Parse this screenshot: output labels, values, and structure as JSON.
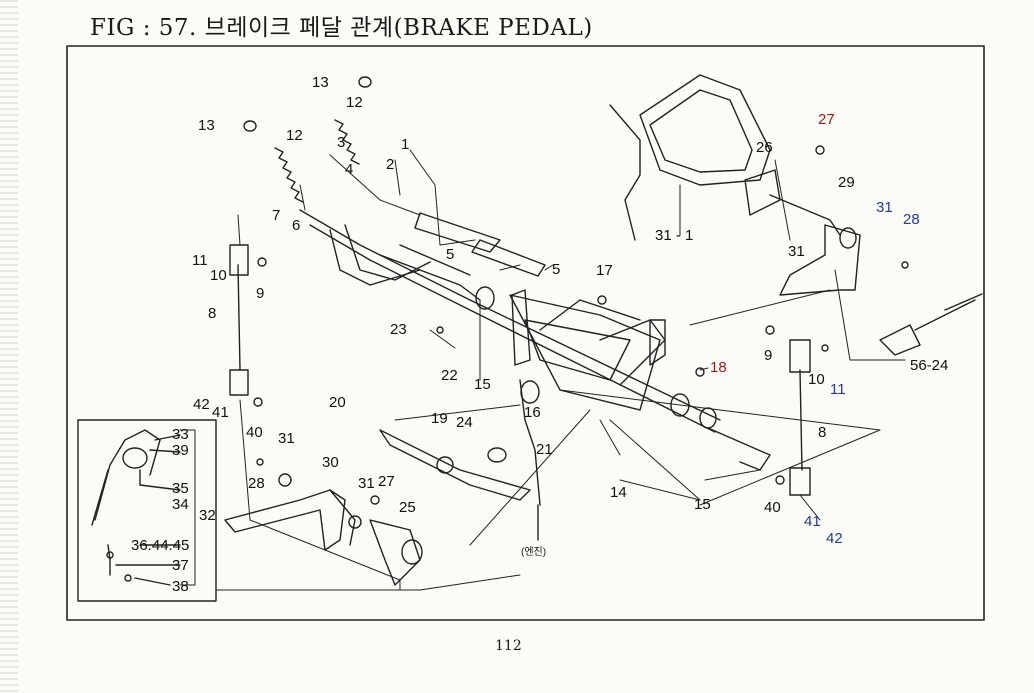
{
  "page": {
    "title": "FIG : 57. 브레이크 페달 관계(BRAKE PEDAL)",
    "page_number": "112",
    "note": "(엔진)"
  },
  "labels": [
    {
      "id": "13a",
      "text": "13"
    },
    {
      "id": "13b",
      "text": "13"
    },
    {
      "id": "12a",
      "text": "12"
    },
    {
      "id": "12b",
      "text": "12"
    },
    {
      "id": "3",
      "text": "3"
    },
    {
      "id": "1",
      "text": "1"
    },
    {
      "id": "2",
      "text": "2"
    },
    {
      "id": "4",
      "text": "4"
    },
    {
      "id": "7",
      "text": "7"
    },
    {
      "id": "6",
      "text": "6"
    },
    {
      "id": "5a",
      "text": "5"
    },
    {
      "id": "5b",
      "text": "5"
    },
    {
      "id": "11a",
      "text": "11"
    },
    {
      "id": "10a",
      "text": "10"
    },
    {
      "id": "9a",
      "text": "9"
    },
    {
      "id": "8a",
      "text": "8"
    },
    {
      "id": "17",
      "text": "17"
    },
    {
      "id": "23",
      "text": "23"
    },
    {
      "id": "22",
      "text": "22"
    },
    {
      "id": "15a",
      "text": "15"
    },
    {
      "id": "16",
      "text": "16"
    },
    {
      "id": "18",
      "text": "18"
    },
    {
      "id": "20",
      "text": "20"
    },
    {
      "id": "19",
      "text": "19"
    },
    {
      "id": "24",
      "text": "24"
    },
    {
      "id": "21",
      "text": "21"
    },
    {
      "id": "42a",
      "text": "42"
    },
    {
      "id": "41a",
      "text": "41"
    },
    {
      "id": "40a",
      "text": "40"
    },
    {
      "id": "31a",
      "text": "31"
    },
    {
      "id": "30",
      "text": "30"
    },
    {
      "id": "28a",
      "text": "28"
    },
    {
      "id": "31b",
      "text": "31"
    },
    {
      "id": "27a",
      "text": "27"
    },
    {
      "id": "25",
      "text": "25"
    },
    {
      "id": "14",
      "text": "14"
    },
    {
      "id": "15b",
      "text": "15"
    },
    {
      "id": "27b",
      "text": "27"
    },
    {
      "id": "26",
      "text": "26"
    },
    {
      "id": "29",
      "text": "29"
    },
    {
      "id": "31c",
      "text": "31"
    },
    {
      "id": "28b",
      "text": "28"
    },
    {
      "id": "31d",
      "text": "31"
    },
    {
      "id": "31-1",
      "text": "31 - 1"
    },
    {
      "id": "9b",
      "text": "9"
    },
    {
      "id": "10b",
      "text": "10"
    },
    {
      "id": "11b",
      "text": "11"
    },
    {
      "id": "56-24",
      "text": "56-24"
    },
    {
      "id": "8b",
      "text": "8"
    },
    {
      "id": "40b",
      "text": "40"
    },
    {
      "id": "41b",
      "text": "41"
    },
    {
      "id": "42b",
      "text": "42"
    },
    {
      "id": "33",
      "text": "33"
    },
    {
      "id": "39",
      "text": "39"
    },
    {
      "id": "35",
      "text": "35"
    },
    {
      "id": "34",
      "text": "34"
    },
    {
      "id": "32",
      "text": "32"
    },
    {
      "id": "36",
      "text": "36.44.45"
    },
    {
      "id": "37",
      "text": "37"
    },
    {
      "id": "38",
      "text": "38"
    }
  ]
}
